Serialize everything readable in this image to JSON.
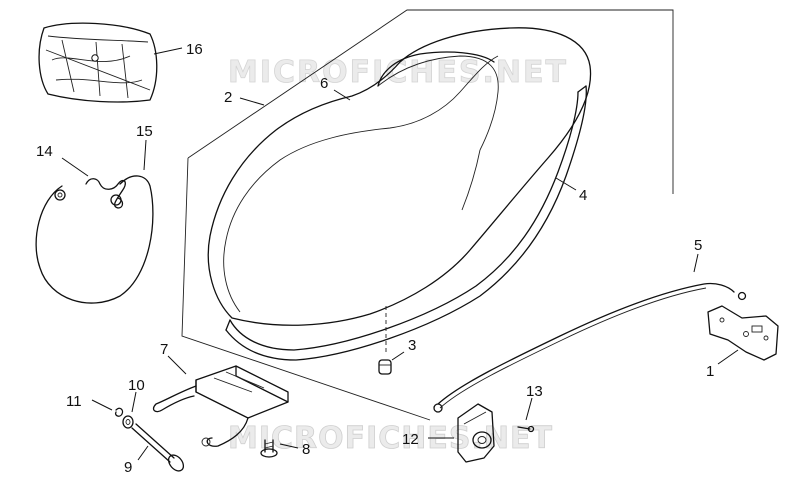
{
  "watermark": {
    "top": "MICROFICHES.NET",
    "bottom": "MICROFICHES.NET"
  },
  "callouts": {
    "c1": "1",
    "c2": "2",
    "c3": "3",
    "c4": "4",
    "c5": "5",
    "c6": "6",
    "c7": "7",
    "c8": "8",
    "c9": "9",
    "c10": "10",
    "c11": "11",
    "c12": "12",
    "c13": "13",
    "c14": "14",
    "c15": "15",
    "c16": "16"
  }
}
